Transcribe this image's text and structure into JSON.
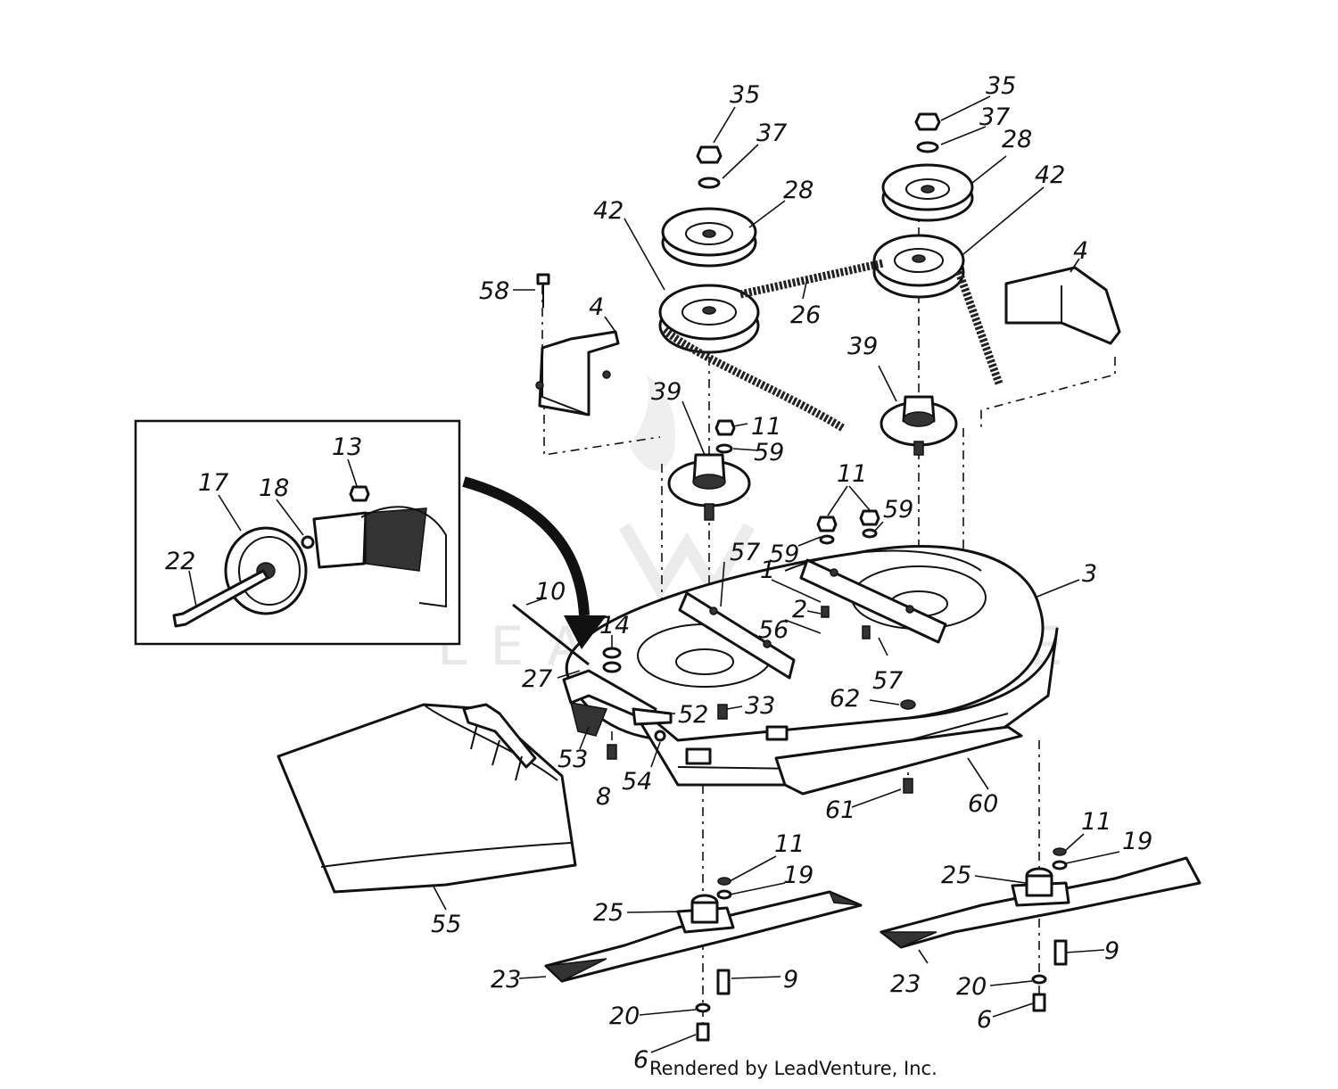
{
  "footer": "Rendered by LeadVenture, Inc.",
  "watermark": "LEADVENTURE",
  "callouts": [
    {
      "id": "c35a",
      "text": "35"
    },
    {
      "id": "c37a",
      "text": "37"
    },
    {
      "id": "c28a",
      "text": "28"
    },
    {
      "id": "c42a",
      "text": "42"
    },
    {
      "id": "c58",
      "text": "58"
    },
    {
      "id": "c4a",
      "text": "4"
    },
    {
      "id": "c26",
      "text": "26"
    },
    {
      "id": "c39a",
      "text": "39"
    },
    {
      "id": "c11a",
      "text": "11"
    },
    {
      "id": "c59a",
      "text": "59"
    },
    {
      "id": "c35b",
      "text": "35"
    },
    {
      "id": "c37b",
      "text": "37"
    },
    {
      "id": "c28b",
      "text": "28"
    },
    {
      "id": "c42b",
      "text": "42"
    },
    {
      "id": "c4b",
      "text": "4"
    },
    {
      "id": "c39b",
      "text": "39"
    },
    {
      "id": "c11b",
      "text": "11"
    },
    {
      "id": "c59b",
      "text": "59"
    },
    {
      "id": "c59c",
      "text": "59"
    },
    {
      "id": "c57a",
      "text": "57"
    },
    {
      "id": "c1",
      "text": "1"
    },
    {
      "id": "c2",
      "text": "2"
    },
    {
      "id": "c56",
      "text": "56"
    },
    {
      "id": "c57b",
      "text": "57"
    },
    {
      "id": "c3",
      "text": "3"
    },
    {
      "id": "c13",
      "text": "13"
    },
    {
      "id": "c17",
      "text": "17"
    },
    {
      "id": "c18",
      "text": "18"
    },
    {
      "id": "c22",
      "text": "22"
    },
    {
      "id": "c10",
      "text": "10"
    },
    {
      "id": "c14",
      "text": "14"
    },
    {
      "id": "c27",
      "text": "27"
    },
    {
      "id": "c33",
      "text": "33"
    },
    {
      "id": "c52",
      "text": "52"
    },
    {
      "id": "c62",
      "text": "62"
    },
    {
      "id": "c53",
      "text": "53"
    },
    {
      "id": "c8",
      "text": "8"
    },
    {
      "id": "c54",
      "text": "54"
    },
    {
      "id": "c61",
      "text": "61"
    },
    {
      "id": "c60",
      "text": "60"
    },
    {
      "id": "c55",
      "text": "55"
    },
    {
      "id": "c11c",
      "text": "11"
    },
    {
      "id": "c19a",
      "text": "19"
    },
    {
      "id": "c25a",
      "text": "25"
    },
    {
      "id": "c23a",
      "text": "23"
    },
    {
      "id": "c9a",
      "text": "9"
    },
    {
      "id": "c20a",
      "text": "20"
    },
    {
      "id": "c6a",
      "text": "6"
    },
    {
      "id": "c11d",
      "text": "11"
    },
    {
      "id": "c19b",
      "text": "19"
    },
    {
      "id": "c25b",
      "text": "25"
    },
    {
      "id": "c9b",
      "text": "9"
    },
    {
      "id": "c23b",
      "text": "23"
    },
    {
      "id": "c20b",
      "text": "20"
    },
    {
      "id": "c6b",
      "text": "6"
    }
  ]
}
